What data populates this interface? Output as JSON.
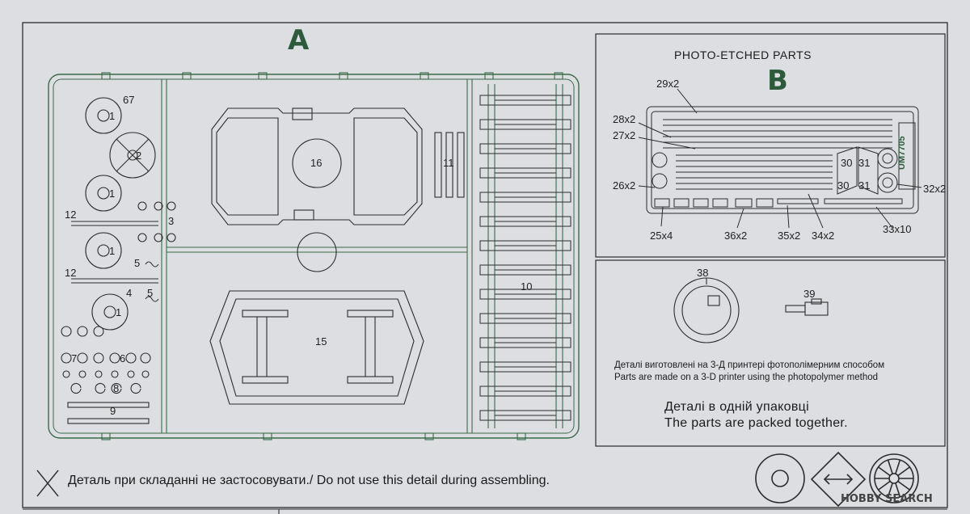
{
  "section_a": {
    "letter": "A",
    "part_numbers": [
      "67",
      "1",
      "2",
      "1",
      "3",
      "12",
      "1",
      "5",
      "12",
      "4",
      "5",
      "1",
      "7",
      "6",
      "8",
      "9",
      "16",
      "11",
      "15",
      "10"
    ]
  },
  "section_b": {
    "title": "PHOTO-ETCHED PARTS",
    "letter": "B",
    "fret_code": "UM7705",
    "callouts": [
      "29x2",
      "28x2",
      "27x2",
      "26x2",
      "25x4",
      "36x2",
      "35x2",
      "34x2",
      "33x10",
      "32x2"
    ],
    "inline_numbers": [
      "30",
      "31",
      "30",
      "31"
    ]
  },
  "printed_parts": {
    "numbers": [
      "38",
      "39"
    ],
    "note_ua": "Деталі виготовлені на 3-Д принтері фотополімерним способом",
    "note_en": "Parts are made on a 3-D printer using the photopolymer method"
  },
  "packed_note": {
    "ua": "Деталі в одній упаковці",
    "en": "The parts are packed together."
  },
  "bottom_note": {
    "symbol": "X",
    "text": "Деталь при складанні не застосовувати./ Do not use this detail during assembling."
  },
  "watermark": {
    "text": "HOBBY SEARCH"
  },
  "colors": {
    "paper": "#dcdee2",
    "line": "#2c2c2c",
    "letter_green": "#2e5a3c",
    "sprue_green": "#3a6b48"
  },
  "icons": [
    "wheel-plain-icon",
    "double-arrow-diamond-icon",
    "spoked-wheel-icon"
  ]
}
